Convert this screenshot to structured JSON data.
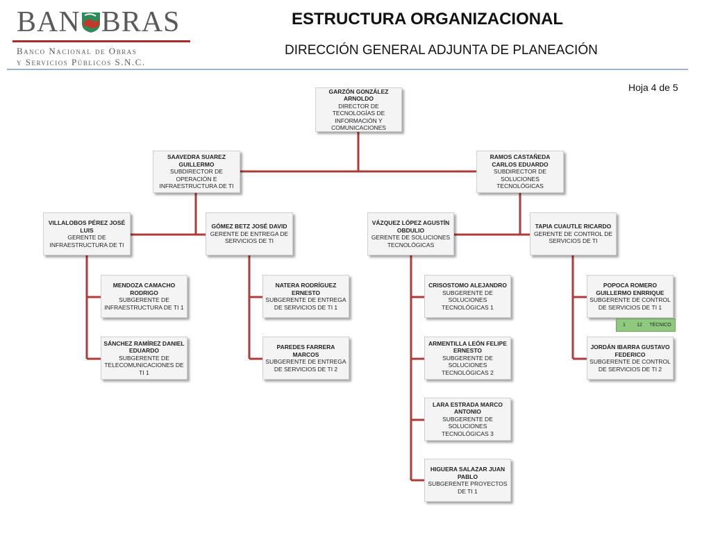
{
  "logo": {
    "brand_left": "BAN",
    "brand_right": "BRAS",
    "line1": "Banco Nacional de Obras",
    "line2": "y Servicios Públicos S.N.C."
  },
  "header": {
    "title": "ESTRUCTURA ORGANIZACIONAL",
    "subtitle": "DIRECCIÓN GENERAL ADJUNTA DE PLANEACIÓN",
    "sheet": "Hoja 4 de 5"
  },
  "colors": {
    "connector": "#b03a3a",
    "rule": "#9db3cc",
    "tag": "#8fc97f"
  },
  "org": {
    "director": {
      "name": "GARZÓN GONZÁLEZ ARNOLDO",
      "role": "DIRECTOR DE TECNOLOGÍAS DE INFORMACIÓN Y COMUNICACIONES"
    },
    "sub_operacion": {
      "name": "SAAVEDRA SUAREZ GUILLERMO",
      "role": "SUBDIRECTOR  DE OPERACIÓN E INFRAESTRUCTURA DE TI"
    },
    "sub_soluciones": {
      "name": "RAMOS CASTAÑEDA CARLOS EDUARDO",
      "role": "SUBDIRECTOR DE SOLUCIONES TECNOLÓGICAS"
    },
    "ger_infra": {
      "name": "VILLALOBOS PÉREZ JOSÉ LUIS",
      "role": "GERENTE DE INFRAESTRUCTURA DE TI"
    },
    "ger_entrega": {
      "name": "GÓMEZ BETZ JOSÉ DAVID",
      "role": "GERENTE DE ENTREGA DE SERVICIOS DE TI"
    },
    "ger_soluciones": {
      "name": "VÁZQUEZ LÓPEZ AGUSTÍN OBDULIO",
      "role": "GERENTE DE SOLUCIONES TECNOLÓGICAS"
    },
    "ger_control": {
      "name": "TAPIA CUAUTLE RICARDO",
      "role": "GERENTE DE CONTROL DE SERVICIOS DE TI"
    },
    "sg_infra1": {
      "name": "MENDOZA CAMACHO RODRIGO",
      "role": "SUBGERENTE DE INFRAESTRUCTURA DE TI 1"
    },
    "sg_telecom1": {
      "name": "SÁNCHEZ RAMÍREZ DANIEL EDUARDO",
      "role": "SUBGERENTE DE TELECOMUNICACIONES DE TI 1"
    },
    "sg_entrega1": {
      "name": "NATERA RODRÍGUEZ ERNESTO",
      "role": "SUBGERENTE DE ENTREGA DE SERVICIOS DE TI 1"
    },
    "sg_entrega2": {
      "name": "PAREDES FARRERA MARCOS",
      "role": "SUBGERENTE DE ENTREGA DE SERVICIOS DE TI 2"
    },
    "sg_sol1": {
      "name": "CRISOSTOMO ALEJANDRO",
      "role": "SUBGERENTE DE SOLUCIONES TECNOLÓGICAS 1"
    },
    "sg_sol2": {
      "name": "ARMENTILLA LEÓN FELIPE ERNESTO",
      "role": "SUBGERENTE DE SOLUCIONES TECNOLÓGICAS 2"
    },
    "sg_sol3": {
      "name": "LARA ESTRADA MARCO ANTONIO",
      "role": "SUBGERENTE DE SOLUCIONES TECNOLÓGICAS 3"
    },
    "sg_proyectos1": {
      "name": "HIGUERA SALAZAR JUAN PABLO",
      "role": "SUBGERENTE PROYECTOS DE TI 1"
    },
    "sg_control1": {
      "name": "POPOCA ROMERO GUILLERMO ENRRIQUE",
      "role": "SUBGERENTE DE CONTROL DE SERVICIOS DE TI  1"
    },
    "sg_control2": {
      "name": "JORDÁN IBARRA GUSTAVO FEDERICO",
      "role": "SUBGERENTE DE CONTROL DE SERVICIOS DE TI 2"
    }
  },
  "tecnico_tag": {
    "count": "1",
    "level": "12",
    "label": "TÉCNICO"
  }
}
